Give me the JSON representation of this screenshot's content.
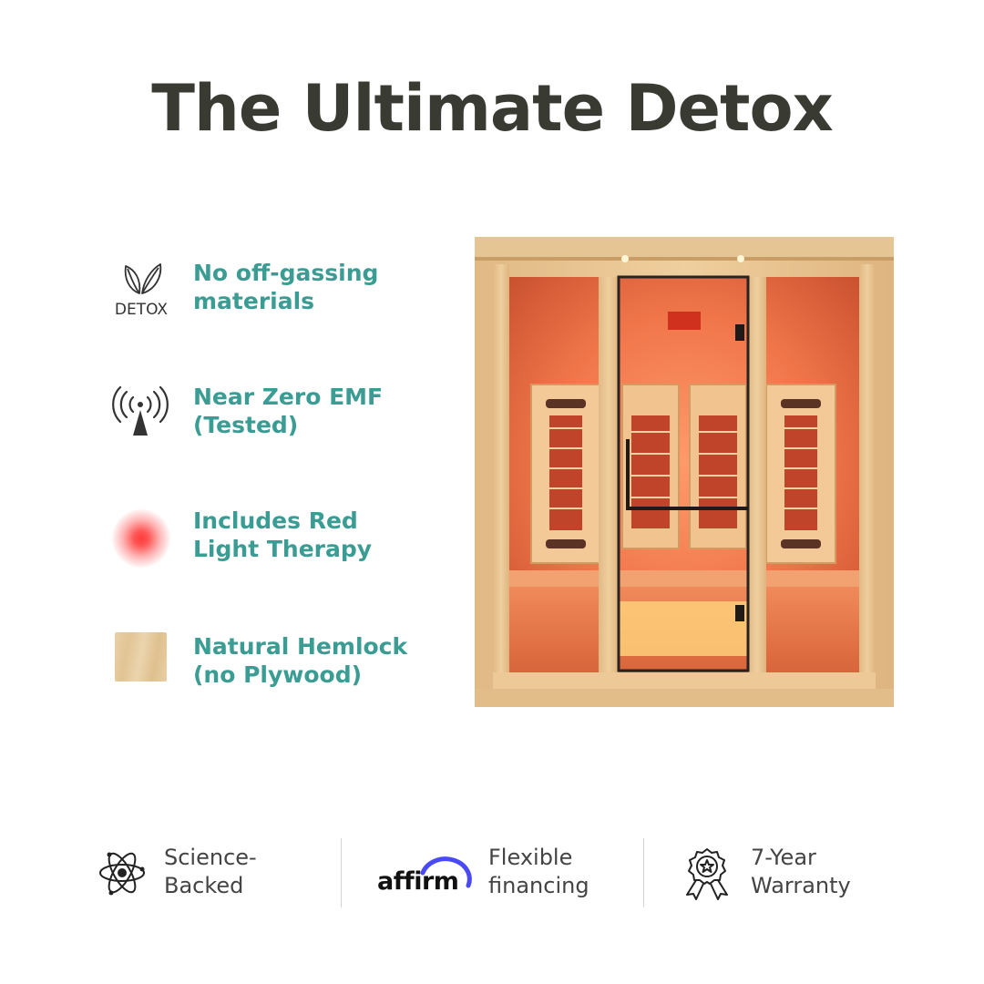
{
  "title": "The Ultimate Detox",
  "features": [
    {
      "icon": "leaf-icon",
      "icon_label": "DETOX",
      "text": "No off-gassing\nmaterials"
    },
    {
      "icon": "emf-antenna-icon",
      "text": "Near Zero EMF\n(Tested)"
    },
    {
      "icon": "red-light-icon",
      "text": "Includes Red\nLight Therapy"
    },
    {
      "icon": "hemlock-wood-icon",
      "text": "Natural Hemlock\n(no Plywood)"
    }
  ],
  "bottom_bar": [
    {
      "icon": "atom-icon",
      "text": "Science-\nBacked"
    },
    {
      "icon": "affirm-logo",
      "logo_text": "affirm",
      "text": "Flexible\nfinancing"
    },
    {
      "icon": "award-ribbon-icon",
      "text": "7-Year\nWarranty"
    }
  ],
  "colors": {
    "title": "#393b33",
    "feature_text": "#3a9c93",
    "bottom_text": "#444444",
    "affirm_arc": "#4a4af4",
    "wood": "#e6c99a",
    "infrared_glow": "#ff6a3d"
  }
}
